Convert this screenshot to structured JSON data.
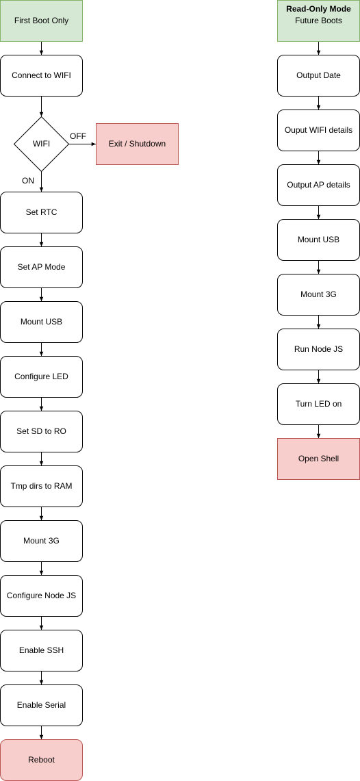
{
  "left_flow": {
    "start": "First Boot Only",
    "connect": "Connect to WIFI",
    "decision": "WIFI",
    "off_label": "OFF",
    "on_label": "ON",
    "exit": "Exit / Shutdown",
    "steps": [
      "Set RTC",
      "Set AP Mode",
      "Mount USB",
      "Configure LED",
      "Set SD to RO",
      "Tmp dirs to RAM",
      "Mount 3G",
      "Configure Node JS",
      "Enable SSH",
      "Enable Serial"
    ],
    "end": "Reboot"
  },
  "right_flow": {
    "start_title": "Read-Only Mode",
    "start_subtitle": "Future Boots",
    "steps": [
      "Output Date",
      "Ouput WIFI details",
      "Output AP details",
      "Mount USB",
      "Mount 3G",
      "Run Node JS",
      "Turn LED on"
    ],
    "end": "Open Shell"
  },
  "colors": {
    "start_fill": "#d5e8d4",
    "start_stroke": "#82b366",
    "terminal_fill": "#f8cecc",
    "terminal_stroke": "#b85450",
    "box_fill": "#ffffff",
    "box_stroke": "#000000"
  }
}
